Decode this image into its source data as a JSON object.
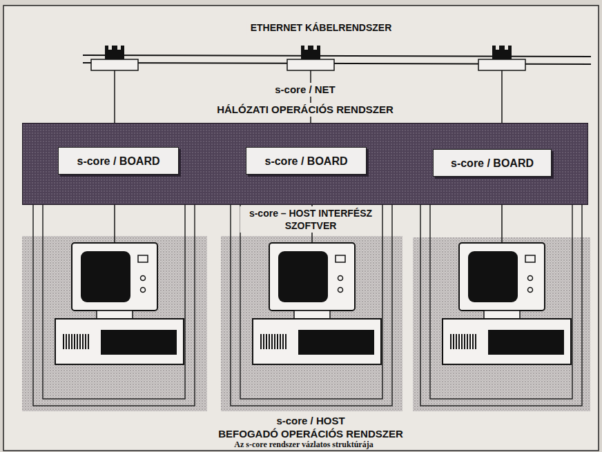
{
  "diagram": {
    "caption": "Az s-core rendszer vázlatos struktúrája",
    "nodes": [
      {
        "text": [
          "s-core / NET",
          "HÁLÓZATI OPERÁCIÓS RENDSZER"
        ]
      },
      {
        "text": [
          "s-core / BOARD"
        ],
        "in": 0
      },
      {
        "text": [
          "s-core / BOARD"
        ],
        "in": 0
      },
      {
        "text": [
          "s-core / BOARD"
        ],
        "in": 0
      }
    ],
    "labels": [
      "ETHERNET KÁBELRENDSZER",
      "s-core – HOST INTERFÉSZ SZOFTVER",
      "s-core / HOST",
      "BEFOGADÓ OPERÁCIÓS RENDSZER"
    ]
  }
}
